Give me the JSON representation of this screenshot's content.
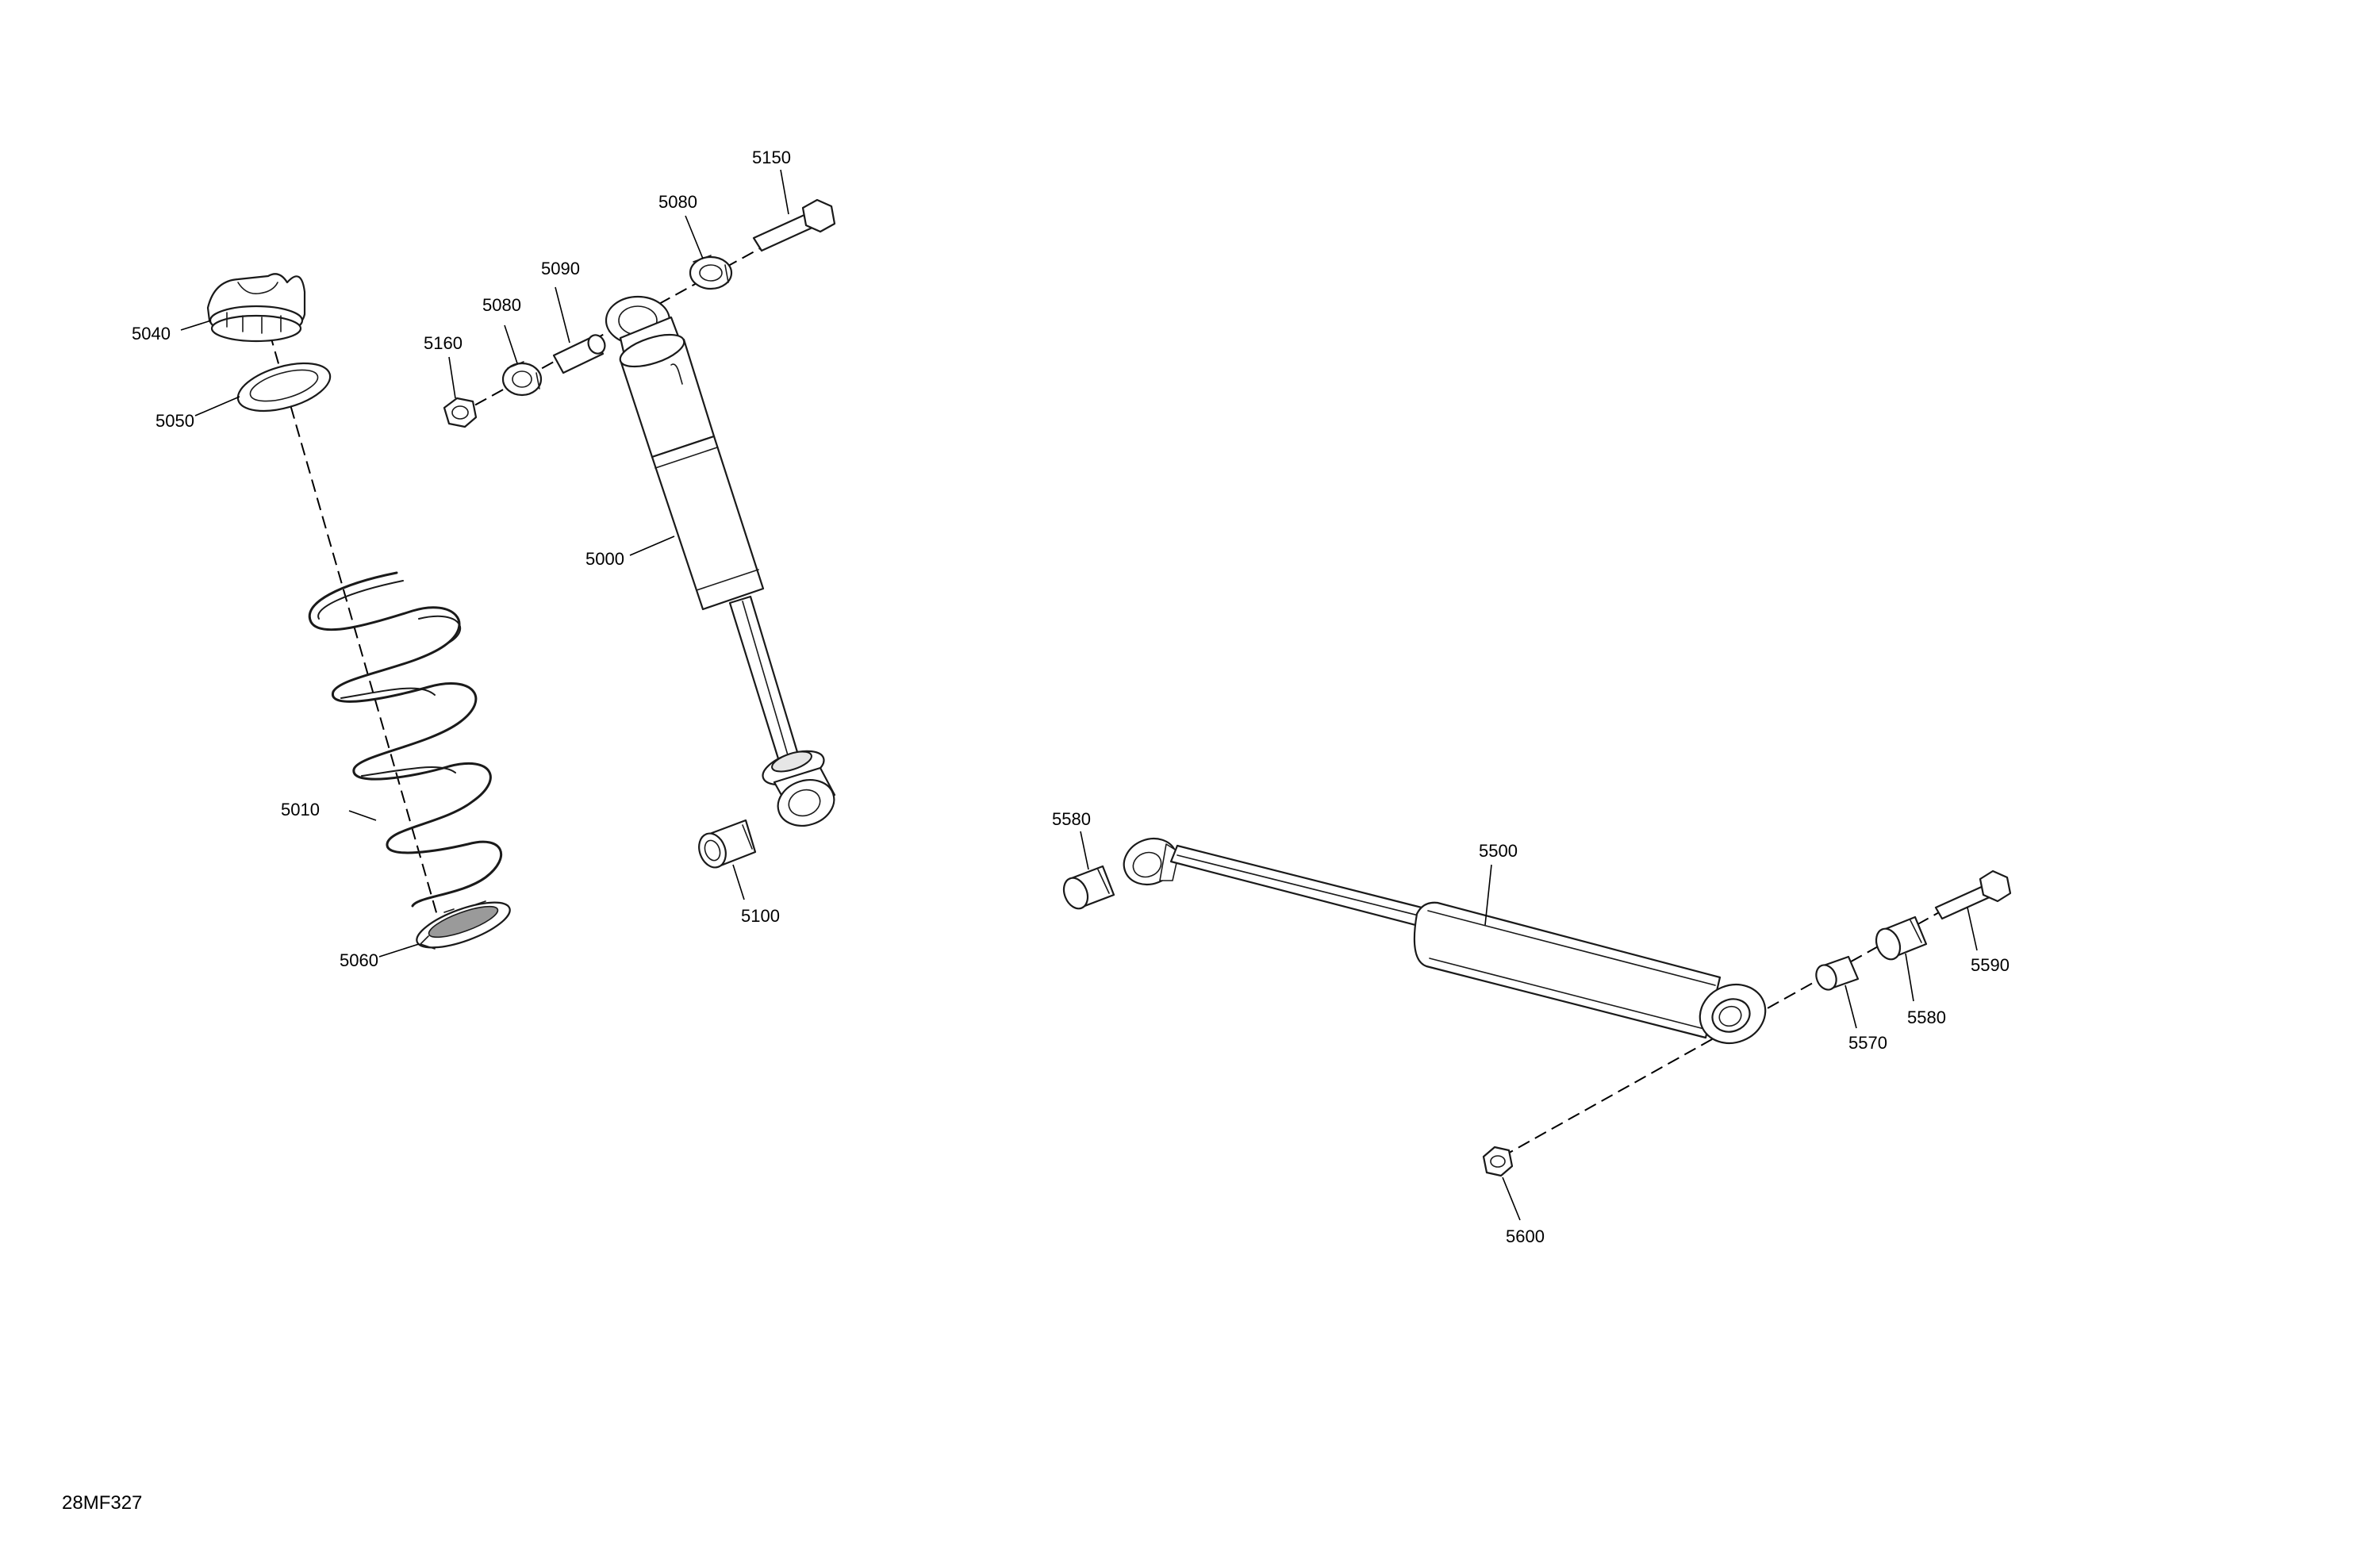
{
  "figure_code": "28MF327",
  "callouts": {
    "c5000": "5000",
    "c5010": "5010",
    "c5040": "5040",
    "c5050": "5050",
    "c5060": "5060",
    "c5080a": "5080",
    "c5080b": "5080",
    "c5090": "5090",
    "c5100": "5100",
    "c5150": "5150",
    "c5160": "5160",
    "c5500": "5500",
    "c5570": "5570",
    "c5580a": "5580",
    "c5580b": "5580",
    "c5590": "5590",
    "c5600": "5600"
  }
}
